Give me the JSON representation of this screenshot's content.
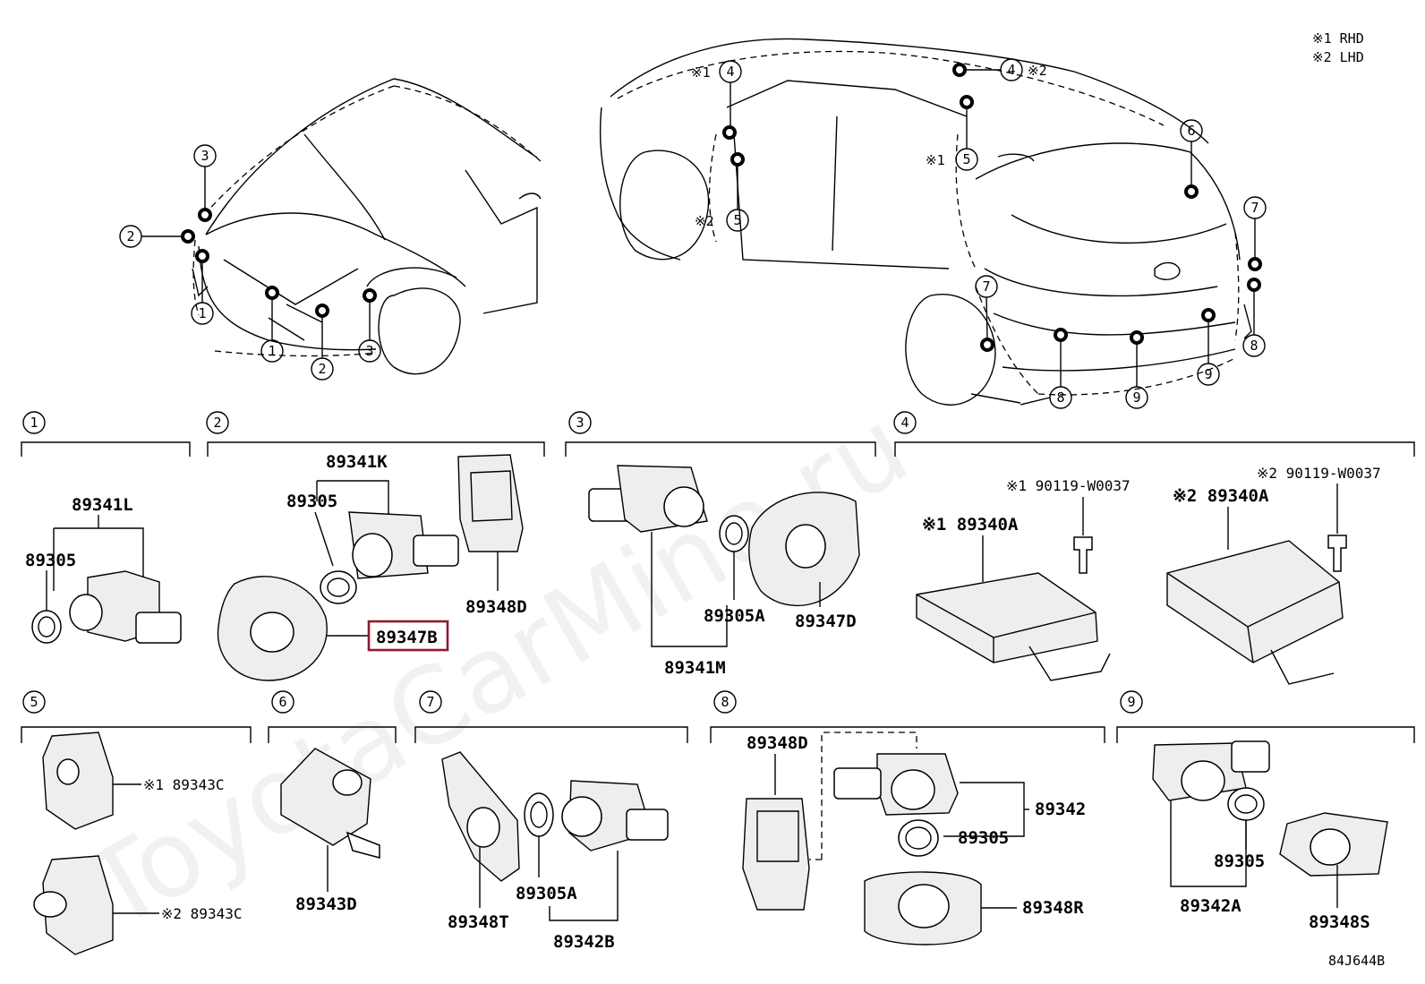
{
  "notes": {
    "rhd": "※1 RHD",
    "lhd": "※2 LHD"
  },
  "watermark": "ToyotaCarMine.ru",
  "diagram_code": "84J644B",
  "highlight_color": "#8b1c31",
  "callouts": {
    "front": [
      "3",
      "2",
      "1",
      "1",
      "2",
      "3"
    ],
    "rear": [
      "4",
      "4",
      "5",
      "5",
      "6",
      "7",
      "7",
      "8",
      "8",
      "9",
      "9"
    ],
    "rear_marks": [
      "※1",
      "※2",
      "※1",
      "※2"
    ]
  },
  "groups": [
    {
      "number": "1",
      "parts": [
        "89341L",
        "89305"
      ]
    },
    {
      "number": "2",
      "parts": [
        "89341K",
        "89305",
        "89348D",
        "89347B"
      ]
    },
    {
      "number": "3",
      "parts": [
        "89305A",
        "89347D",
        "89341M"
      ]
    },
    {
      "number": "4",
      "parts": [
        "※1 90119-W0037",
        "※1 89340A",
        "※2 90119-W0037",
        "※2 89340A"
      ]
    },
    {
      "number": "5",
      "parts": [
        "※1 89343C",
        "※2 89343C"
      ]
    },
    {
      "number": "6",
      "parts": [
        "89343D"
      ]
    },
    {
      "number": "7",
      "parts": [
        "89305A",
        "89348T",
        "89342B"
      ]
    },
    {
      "number": "8",
      "parts": [
        "89348D",
        "89342",
        "89305",
        "89348R"
      ]
    },
    {
      "number": "9",
      "parts": [
        "89305",
        "89342A",
        "89348S"
      ]
    }
  ],
  "selected_part": "89347B"
}
